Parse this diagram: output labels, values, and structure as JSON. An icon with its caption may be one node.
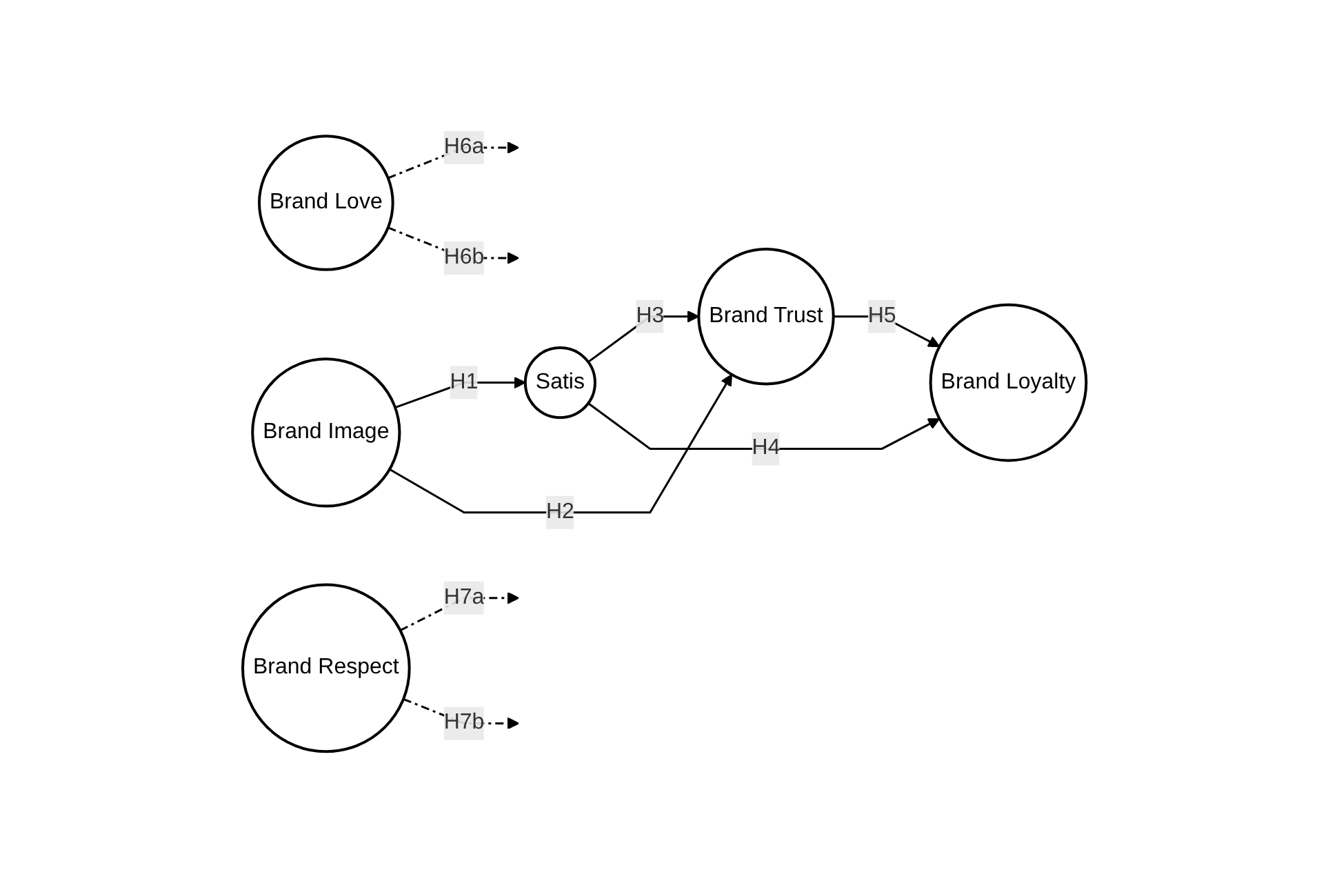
{
  "diagram": {
    "nodes": [
      {
        "text": [
          "Brand Love"
        ]
      },
      {
        "text": [
          "Brand Respect"
        ]
      },
      {
        "text": [
          "Satis"
        ]
      },
      {
        "text": [
          "Brand Image"
        ]
      },
      {
        "text": [
          "Brand Loyalty"
        ]
      },
      {
        "text": [
          "Brand Trust"
        ]
      }
    ],
    "edges": [
      {
        "from": 3,
        "to": 2,
        "arrow": "to",
        "label": "H1"
      },
      {
        "from": 3,
        "to": 5,
        "arrow": "to",
        "label": "H2"
      },
      {
        "from": 2,
        "to": 5,
        "arrow": "to",
        "label": "H3"
      },
      {
        "from": 2,
        "to": 4,
        "arrow": "to",
        "label": "H4"
      },
      {
        "from": 5,
        "to": 4,
        "arrow": "to",
        "label": "H5"
      },
      {
        "from": 0,
        "to": null,
        "arrow": "to",
        "label": "H6a",
        "style": "dashed"
      },
      {
        "from": 0,
        "to": null,
        "arrow": "to",
        "label": "H6b",
        "style": "dashed"
      },
      {
        "from": 1,
        "to": null,
        "arrow": "to",
        "label": "H7a",
        "style": "dashed"
      },
      {
        "from": 1,
        "to": null,
        "arrow": "to",
        "label": "H7b",
        "style": "dashed"
      }
    ]
  }
}
